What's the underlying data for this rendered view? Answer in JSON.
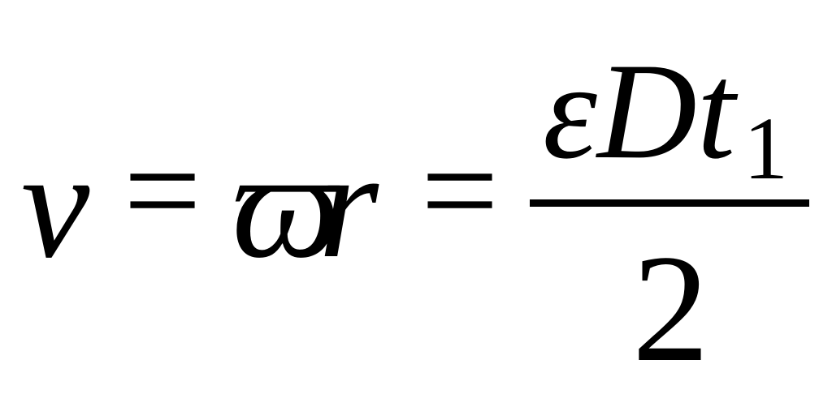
{
  "equation": {
    "v": "v",
    "equals_1": "=",
    "omega": "ϖ",
    "r": "r",
    "equals_2": "=",
    "numerator": "εDt",
    "numerator_subscript": "1",
    "denominator": "2"
  }
}
